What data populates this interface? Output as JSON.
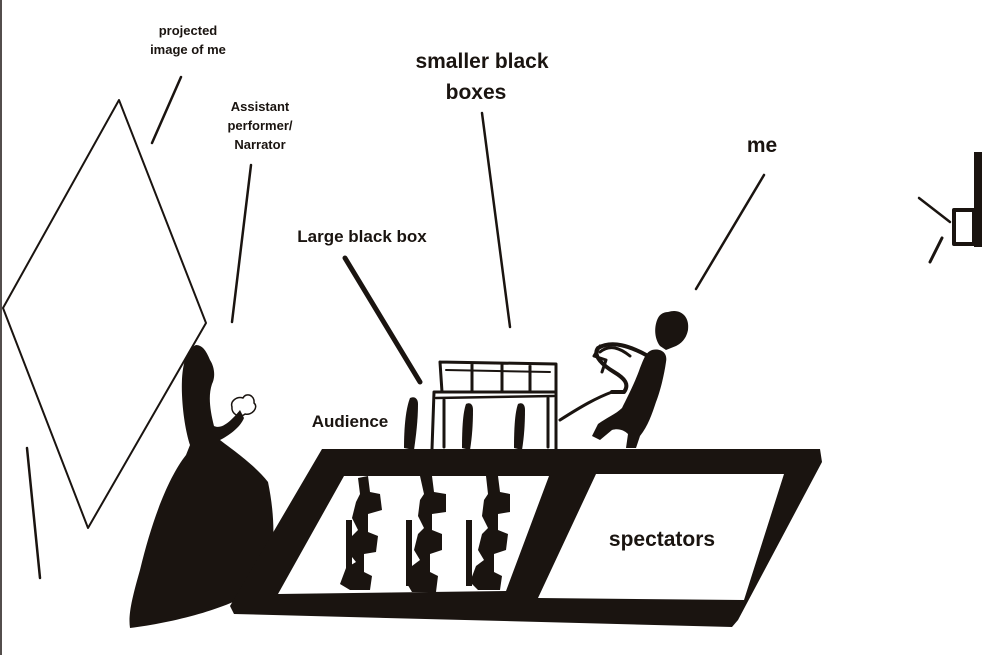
{
  "labels": {
    "projected_line1": "projected",
    "projected_line2": "image of me",
    "assistant_line1": "Assistant",
    "assistant_line2": "performer/",
    "assistant_line3": "Narrator",
    "smaller_line1": "smaller black",
    "smaller_line2": "boxes",
    "me": "me",
    "large_box": "Large black box",
    "audience": "Audience",
    "spectators": "spectators"
  },
  "colors": {
    "ink": "#1a1410",
    "paper": "#ffffff"
  },
  "icons": [
    "projector-icon"
  ]
}
